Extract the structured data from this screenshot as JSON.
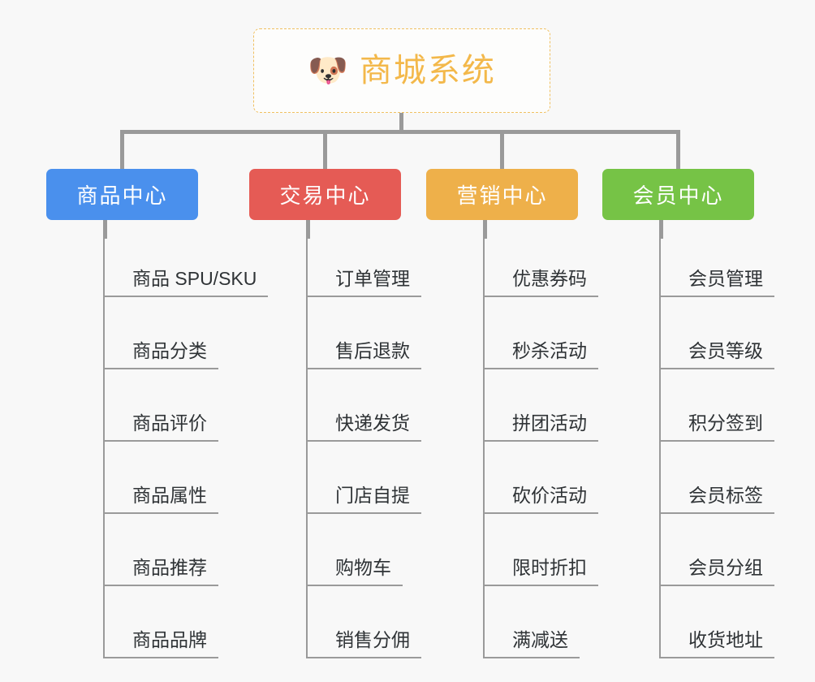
{
  "page": {
    "background_color": "#f8f8f8",
    "connector_color": "#9a9a9a"
  },
  "root": {
    "icon": "dog-face-icon",
    "emoji": "🐶",
    "title": "商城系统",
    "border_color": "#f0c060",
    "text_color": "#f3b84a"
  },
  "columns": [
    {
      "id": "product-center",
      "header": "商品中心",
      "color": "#4a90ed",
      "items": [
        "商品 SPU/SKU",
        "商品分类",
        "商品评价",
        "商品属性",
        "商品推荐",
        "商品品牌"
      ]
    },
    {
      "id": "trade-center",
      "header": "交易中心",
      "color": "#e55b55",
      "items": [
        "订单管理",
        "售后退款",
        "快递发货",
        "门店自提",
        "购物车",
        "销售分佣"
      ]
    },
    {
      "id": "marketing-center",
      "header": "营销中心",
      "color": "#eeb04a",
      "items": [
        "优惠券码",
        "秒杀活动",
        "拼团活动",
        "砍价活动",
        "限时折扣",
        "满减送"
      ]
    },
    {
      "id": "member-center",
      "header": "会员中心",
      "color": "#76c346",
      "items": [
        "会员管理",
        "会员等级",
        "积分签到",
        "会员标签",
        "会员分组",
        "收货地址"
      ]
    }
  ]
}
